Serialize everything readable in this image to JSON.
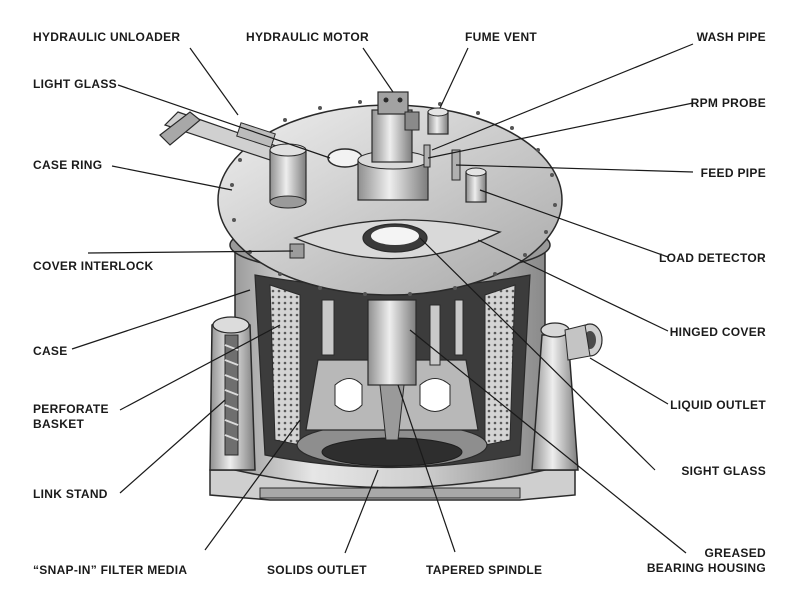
{
  "labels": {
    "hydraulic_unloader": "HYDRAULIC UNLOADER",
    "hydraulic_motor": "HYDRAULIC MOTOR",
    "fume_vent": "FUME VENT",
    "wash_pipe": "WASH PIPE",
    "light_glass": "LIGHT GLASS",
    "rpm_probe": "RPM PROBE",
    "case_ring": "CASE RING",
    "feed_pipe": "FEED PIPE",
    "cover_interlock": "COVER INTERLOCK",
    "load_detector": "LOAD DETECTOR",
    "hinged_cover": "HINGED COVER",
    "case": "CASE",
    "perforate_basket_1": "PERFORATE",
    "perforate_basket_2": "BASKET",
    "liquid_outlet": "LIQUID OUTLET",
    "sight_glass": "SIGHT GLASS",
    "link_stand": "LINK STAND",
    "greased_bearing_1": "GREASED",
    "greased_bearing_2": "BEARING HOUSING",
    "snap_in_filter": "“SNAP-IN” FILTER MEDIA",
    "solids_outlet": "SOLIDS OUTLET",
    "tapered_spindle": "TAPERED SPINDLE"
  },
  "colors": {
    "metal_light": "#e8e8e8",
    "metal_mid": "#bdbdbd",
    "metal_dark": "#7a7a7a",
    "outline": "#2a2a2a",
    "leader": "#1a1a1a"
  }
}
